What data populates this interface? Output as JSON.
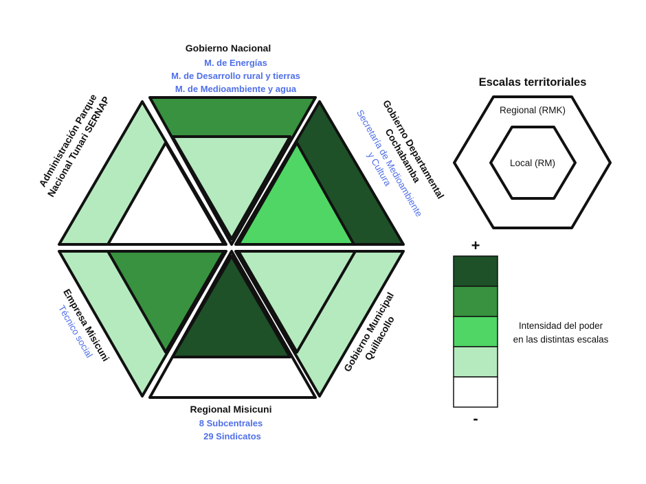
{
  "actors": {
    "top": {
      "title": "Gobierno Nacional",
      "subs": [
        "M. de Energías",
        "M. de Desarrollo rural y tierras",
        "M. de Medioambiente y agua"
      ]
    },
    "upper_left": {
      "lines": [
        "Administración Parque",
        "Nacional Tunari SERNAP"
      ]
    },
    "upper_right": {
      "lines": [
        "Gobierno Departamental",
        "Cochabamba"
      ],
      "subs": [
        "Secretaría de Medioambiente",
        "y Cultura"
      ]
    },
    "lower_left": {
      "title": "Empresa Misicuni",
      "sub": "Técnico social"
    },
    "lower_right": {
      "lines": [
        "Gobierno Municipal",
        "Quillacollo"
      ]
    },
    "bottom": {
      "title": "Regional Misicuni",
      "subs": [
        "8 Subcentrales",
        "29 Sindicatos"
      ]
    }
  },
  "scales_legend": {
    "title": "Escalas territoriales",
    "outer": "Regional (RMK)",
    "inner": "Local (RM)"
  },
  "intensity_legend": {
    "plus": "+",
    "minus": "-",
    "label_lines": [
      "Intensidad del poder",
      "en las distintas escalas"
    ],
    "levels": [
      "#1e5128",
      "#38923f",
      "#4fd665",
      "#b5eabf",
      "#ffffff"
    ]
  },
  "colors": {
    "very_dark": "#1e5128",
    "dark": "#38923f",
    "bright": "#4fd665",
    "light": "#b5eabf",
    "white": "#ffffff",
    "outline": "#111111",
    "blue_text": "#4f6fe8"
  },
  "sectors": {
    "top": {
      "regional": "dark",
      "local": "light"
    },
    "upper_left": {
      "regional": "light",
      "local": "white"
    },
    "upper_right": {
      "regional": "very_dark",
      "local": "bright"
    },
    "lower_left": {
      "regional": "light",
      "local": "dark"
    },
    "lower_right": {
      "regional": "light",
      "local": "light"
    },
    "bottom": {
      "regional": "white",
      "local": "very_dark"
    }
  }
}
